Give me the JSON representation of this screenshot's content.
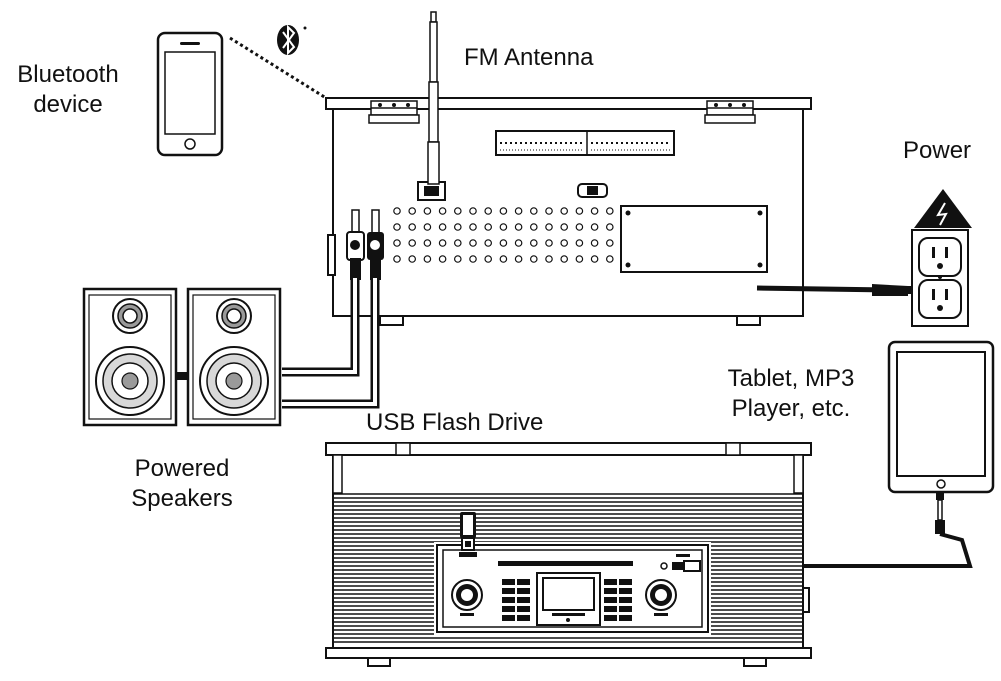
{
  "labels": {
    "bluetooth_line1": "Bluetooth",
    "bluetooth_line2": "device",
    "fm_antenna": "FM Antenna",
    "power": "Power",
    "powered_line1": "Powered",
    "powered_line2": "Speakers",
    "tablet_line1": "Tablet, MP3",
    "tablet_line2": "Player, etc.",
    "usb_flash_drive": "USB Flash Drive"
  },
  "colors": {
    "ink": "#111111",
    "fill": "#ffffff",
    "shade": "#9a9a9a",
    "light": "#d8d8d8"
  }
}
